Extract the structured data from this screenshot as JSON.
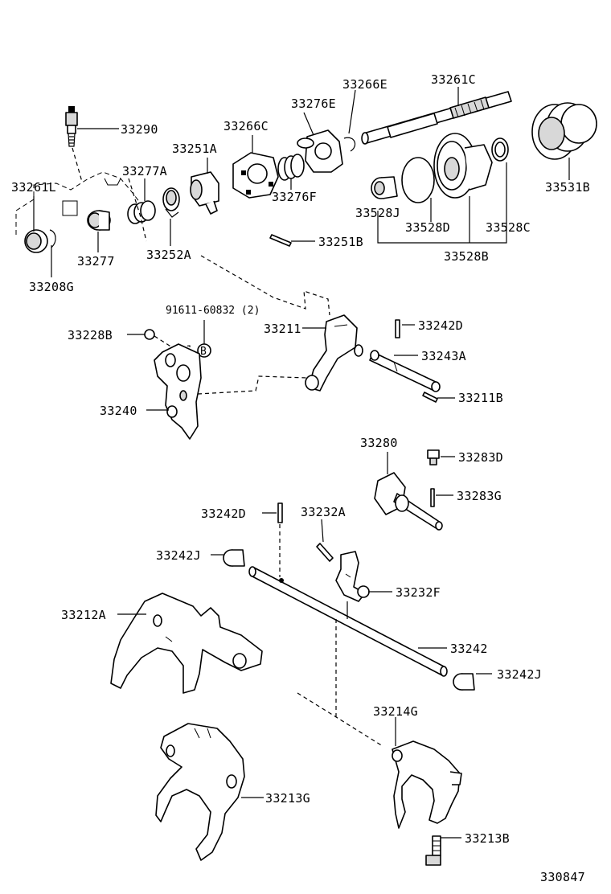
{
  "diagram_id": "330847",
  "labels": {
    "p33290": "33290",
    "p33261L": "33261L",
    "p33208G": "33208G",
    "p33277": "33277",
    "p33277A": "33277A",
    "p33252A": "33252A",
    "p33251A": "33251A",
    "p33266C": "33266C",
    "p33276E": "33276E",
    "p33276F": "33276F",
    "p33266E": "33266E",
    "p33261C": "33261C",
    "p33531B": "33531B",
    "p33528J": "33528J",
    "p33528D": "33528D",
    "p33528C": "33528C",
    "p33528B": "33528B",
    "p33251B": "33251B",
    "p91611": "91611-60832 (2)",
    "markB": "B",
    "p33228B": "33228B",
    "p33211": "33211",
    "p33242D_top": "33242D",
    "p33243A": "33243A",
    "p33211B": "33211B",
    "p33240": "33240",
    "p33280": "33280",
    "p33283D": "33283D",
    "p33283G": "33283G",
    "p33242D_mid": "33242D",
    "p33232A": "33232A",
    "p33242J_left": "33242J",
    "p33232F": "33232F",
    "p33212A": "33212A",
    "p33242": "33242",
    "p33242J_right": "33242J",
    "p33214G": "33214G",
    "p33213G": "33213G",
    "p33213B": "33213B"
  }
}
